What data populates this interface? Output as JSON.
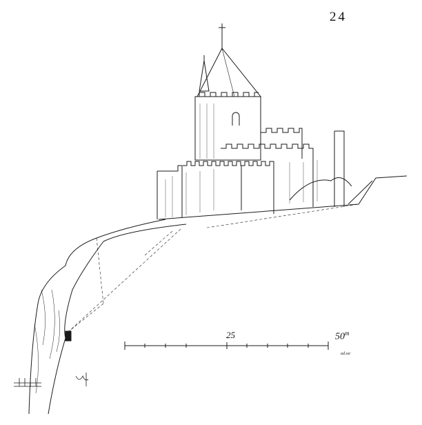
{
  "plate_number": "24",
  "scale_bar": {
    "mid_label": "25",
    "end_label": "50",
    "unit": "m"
  },
  "signature": "ad.ssr",
  "colors": {
    "ink": "#1a1a1a",
    "paper": "#ffffff"
  }
}
